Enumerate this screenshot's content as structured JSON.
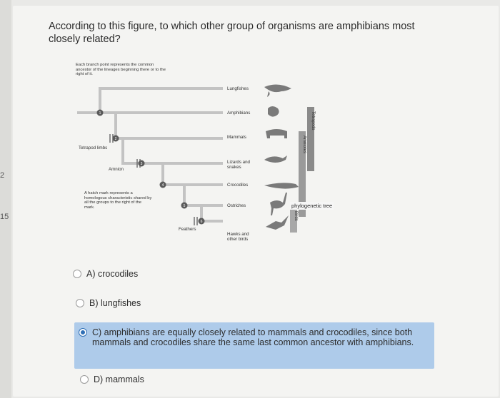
{
  "edge_numbers": [
    "2",
    "15"
  ],
  "question": "According to this figure, to which other group of organisms are amphibians most closely related?",
  "figure": {
    "branch_note": "Each branch point represents the common ancestor of the lineages beginning there or to the right of it.",
    "hatch_note": "A hatch mark represents a homologous characteristic shared by all the groups to the right of the mark.",
    "traits": {
      "tetrapod_limbs": "Tetrapod limbs",
      "amnion": "Amnion",
      "feathers": "Feathers"
    },
    "taxa": {
      "lungfishes": "Lungfishes",
      "amphibians": "Amphibians",
      "mammals": "Mammals",
      "lizards": "Lizards and snakes",
      "crocodiles": "Crocodiles",
      "ostriches": "Ostriches",
      "hawks": "Hawks and other birds"
    },
    "clades": {
      "tetrapods": "Tetrapods",
      "amniotes": "Amniotes",
      "birds": "Birds"
    },
    "node_numbers": [
      "1",
      "2",
      "3",
      "4",
      "5",
      "6"
    ],
    "phylo_tag": "phylogenetic tree",
    "colors": {
      "branch": "#bfbfbf",
      "node": "#555555",
      "bar": "#8f8f8f"
    }
  },
  "options": [
    {
      "id": "A",
      "text": "A) crocodiles",
      "selected": false
    },
    {
      "id": "B",
      "text": "B) lungfishes",
      "selected": false
    },
    {
      "id": "C",
      "text": "C) amphibians are equally closely related to mammals and crocodiles, since both mammals and crocodiles share the same last common ancestor with amphibians.",
      "selected": true
    },
    {
      "id": "D",
      "text": "D) mammals",
      "selected": false
    }
  ],
  "colors": {
    "selected_bg": "#aecbea",
    "radio_checked": "#2f6fb5"
  }
}
